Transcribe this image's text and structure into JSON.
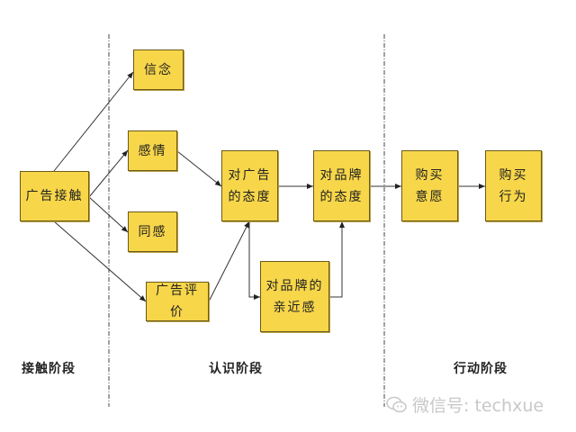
{
  "nodes": {
    "ad_contact": "广告接触",
    "belief": "信念",
    "emotion": "感情",
    "empathy": "同感",
    "ad_evaluation": "广告评\n价",
    "attitude_to_ad": "对广告\n的态度",
    "attitude_to_brand": "对品牌\n的态度",
    "brand_affinity": "对品牌的\n亲近感",
    "purchase_intention": "购买\n意愿",
    "purchase_behavior": "购买\n行为"
  },
  "stages": {
    "contact": "接触阶段",
    "cognition": "认识阶段",
    "action": "行动阶段"
  },
  "watermark": {
    "icon": "wechat-icon",
    "text": "微信号: techxue"
  },
  "colors": {
    "box_fill": "#f7d64a",
    "box_border": "#6b5a1c",
    "line": "#333333"
  }
}
